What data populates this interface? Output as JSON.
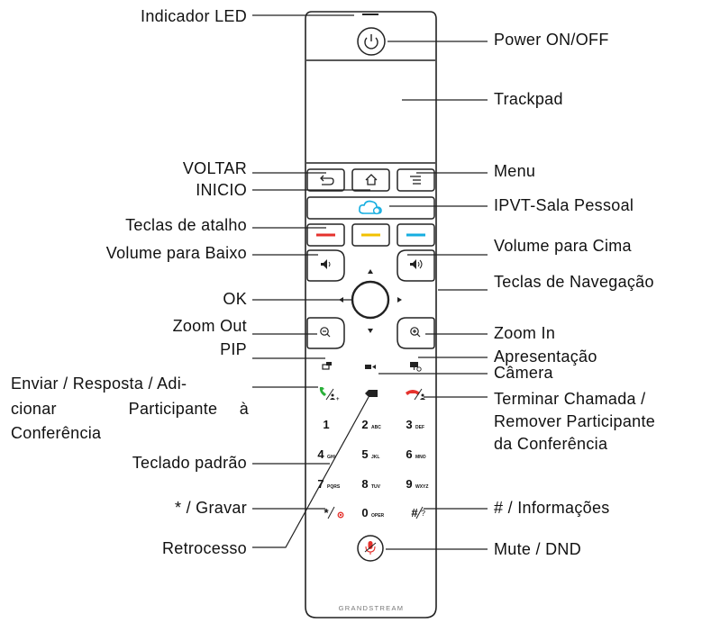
{
  "colors": {
    "red": "#e5322d",
    "yellow": "#f2c100",
    "cyan": "#16aee0",
    "green": "#2bb03a",
    "outline": "#222222",
    "text": "#111111"
  },
  "labels_left": {
    "led": "Indicador LED",
    "back": "VOLTAR",
    "home": "INICIO",
    "hotkeys": "Teclas de atalho",
    "vol_down": "Volume para Baixo",
    "ok": "OK",
    "zoom_out": "Zoom Out",
    "pip": "PIP",
    "send_l1": "Enviar / Resposta / Adi-",
    "send_l2_a": "cionar",
    "send_l2_b": "Participante",
    "send_l2_c": "à",
    "send_l3": "Conferência",
    "keypad": "Teclado padrão",
    "star": "* / Gravar",
    "backspace": "Retrocesso"
  },
  "labels_right": {
    "power": "Power ON/OFF",
    "trackpad": "Trackpad",
    "menu": "Menu",
    "ipvt": "IPVT-Sala Pessoal",
    "vol_up": "Volume para Cima",
    "nav": "Teclas de Navegação",
    "zoom_in": "Zoom In",
    "presentation": "Apresentação",
    "camera": "Câmera",
    "end_l1": "Terminar Chamada /",
    "end_l2": "Remover Participante",
    "end_l3": "da Conferência",
    "hash": "# / Informações",
    "mute": "Mute / DND"
  },
  "keypad": [
    {
      "digit": "1",
      "letters": ""
    },
    {
      "digit": "2",
      "letters": "ABC"
    },
    {
      "digit": "3",
      "letters": "DEF"
    },
    {
      "digit": "4",
      "letters": "GHI"
    },
    {
      "digit": "5",
      "letters": "JKL"
    },
    {
      "digit": "6",
      "letters": "MNO"
    },
    {
      "digit": "7",
      "letters": "PQRS"
    },
    {
      "digit": "8",
      "letters": "TUV"
    },
    {
      "digit": "9",
      "letters": "WXYZ"
    },
    {
      "digit": "*",
      "letters": ""
    },
    {
      "digit": "0",
      "letters": "OPER"
    },
    {
      "digit": "#",
      "letters": ""
    }
  ],
  "brand": "GRANDSTREAM"
}
